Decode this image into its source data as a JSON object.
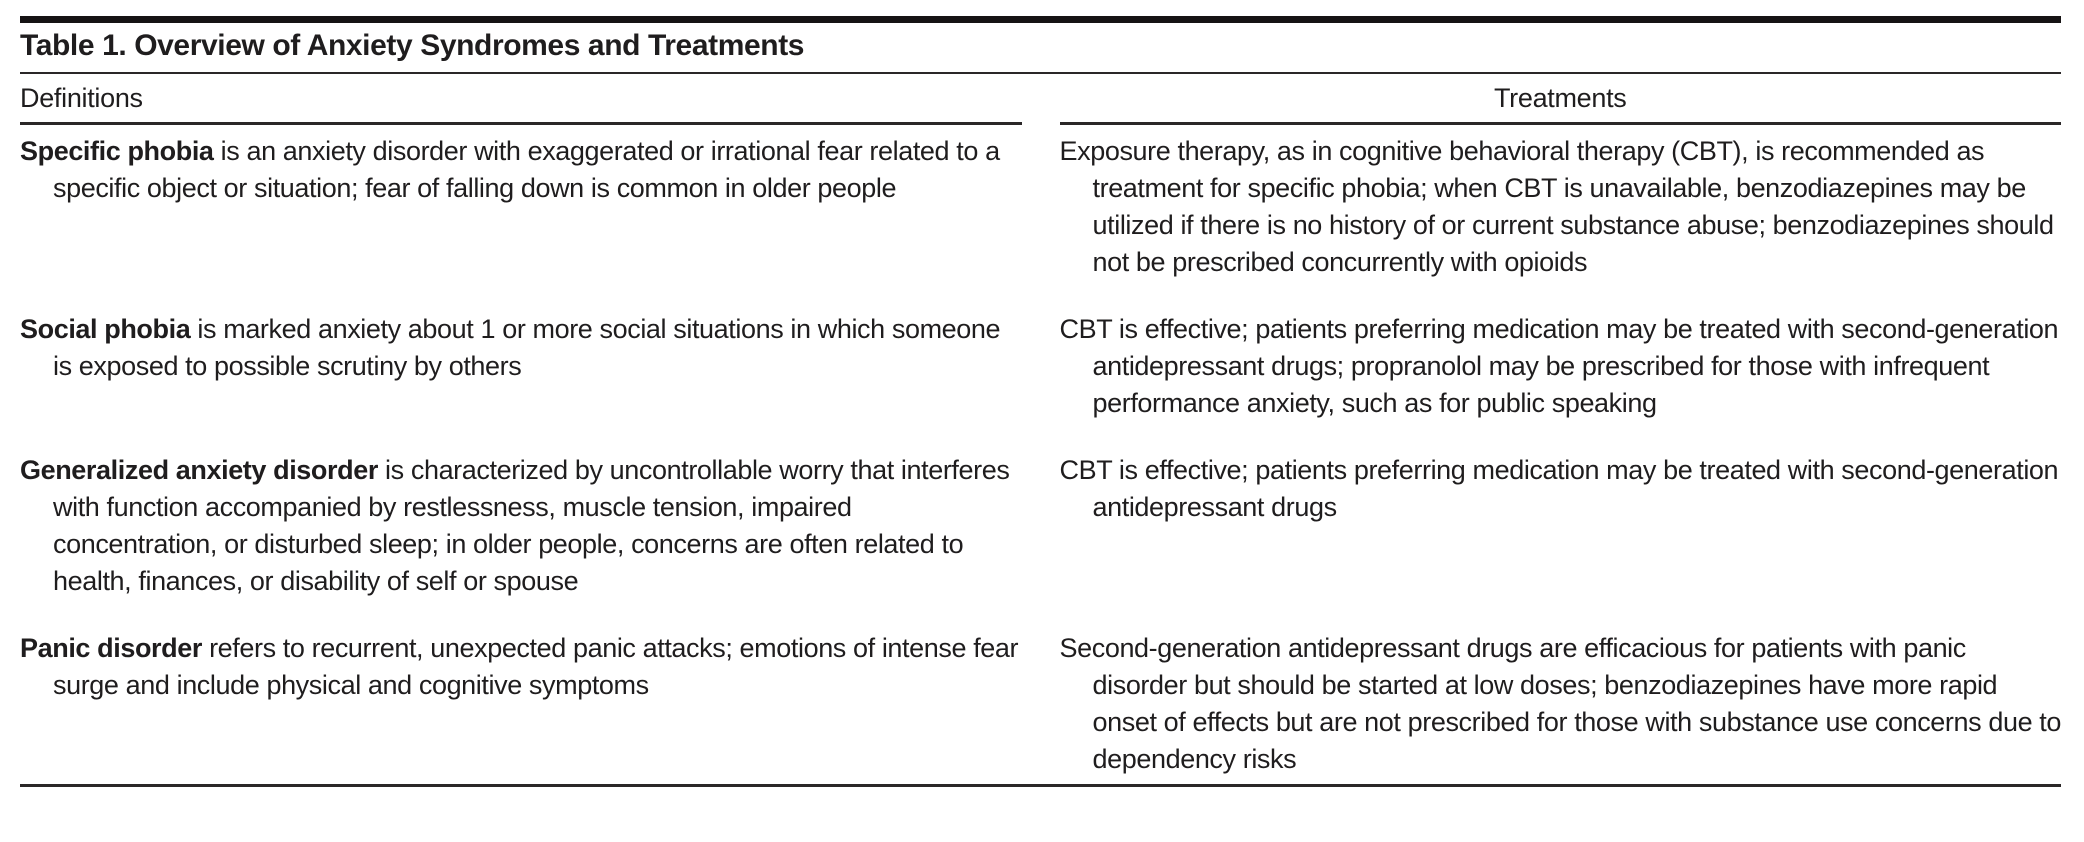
{
  "colors": {
    "background": "#ffffff",
    "text": "#1f1d1e",
    "rule": "#2a2728",
    "top_bar": "#161314"
  },
  "table": {
    "title": "Table 1. Overview of Anxiety Syndromes and Treatments",
    "columns": [
      "Definitions",
      "Treatments"
    ],
    "rows": [
      {
        "term": "Specific phobia",
        "definition_rest": " is an anxiety disorder with exaggerated or irrational fear related to a specific object or situation; fear of falling down is common in older people",
        "treatment": "Exposure therapy, as in cognitive behavioral therapy (CBT), is recommended as treatment for specific phobia; when CBT is unavailable, benzodiazepines may be utilized if there is no history of or current substance abuse; benzodiazepines should not be prescribed concurrently with opioids"
      },
      {
        "term": "Social phobia",
        "definition_rest": " is marked anxiety about 1 or more social situations in which someone is exposed to possible scrutiny by others",
        "treatment": "CBT is effective; patients preferring medication may be treated with second-generation antidepressant drugs; propranolol may be prescribed for those with infrequent performance anxiety, such as for public speaking"
      },
      {
        "term": "Generalized anxiety disorder",
        "definition_rest": " is characterized by uncontrollable worry that interferes with function accompanied by restlessness, muscle tension, impaired concentration, or disturbed sleep; in older people, concerns are often related to health, finances, or disability of self or spouse",
        "treatment": "CBT is effective; patients preferring medication may be treated with second-generation antidepressant drugs"
      },
      {
        "term": "Panic disorder",
        "definition_rest": " refers to recurrent, unexpected panic attacks; emotions of intense fear surge and include physical and cognitive symptoms",
        "treatment": "Second-generation antidepressant drugs are efficacious for patients with panic disorder but should be started at low doses; benzodiazepines have more rapid onset of effects but are not prescribed for those with substance use concerns due to dependency risks"
      }
    ]
  }
}
